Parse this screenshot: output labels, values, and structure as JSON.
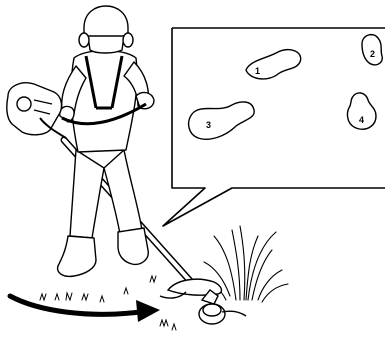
{
  "diagram": {
    "callout_labels": [
      "1",
      "2",
      "3",
      "4"
    ],
    "ink_color": "#000000",
    "background_color": "#ffffff",
    "arrow_color": "#000000"
  }
}
